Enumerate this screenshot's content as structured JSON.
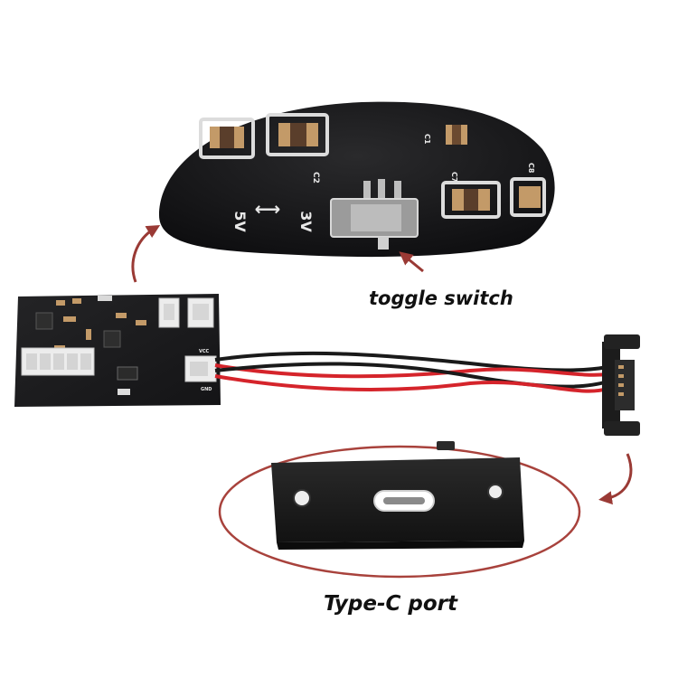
{
  "captions": {
    "toggle_switch": "toggle switch",
    "type_c_port": "Type-C port"
  },
  "zoom_inset": {
    "label_5v": "5V",
    "label_3v": "3V",
    "arrow_glyph": "⟷",
    "ref_c1": "C1",
    "ref_c2": "C2",
    "ref_c7": "C7",
    "ref_c8": "C8"
  },
  "board": {
    "vcc_label": "VCC",
    "gnd_label": "GND"
  },
  "colors": {
    "annotation_arrow": "#9a3a35",
    "ellipse_outline": "#a8423c",
    "pcb_black": "#1b1b1d",
    "pad_copper": "#c39a68",
    "wire_red": "#d5242b",
    "wire_black": "#1a1a1a",
    "connector_white": "#ececec"
  }
}
